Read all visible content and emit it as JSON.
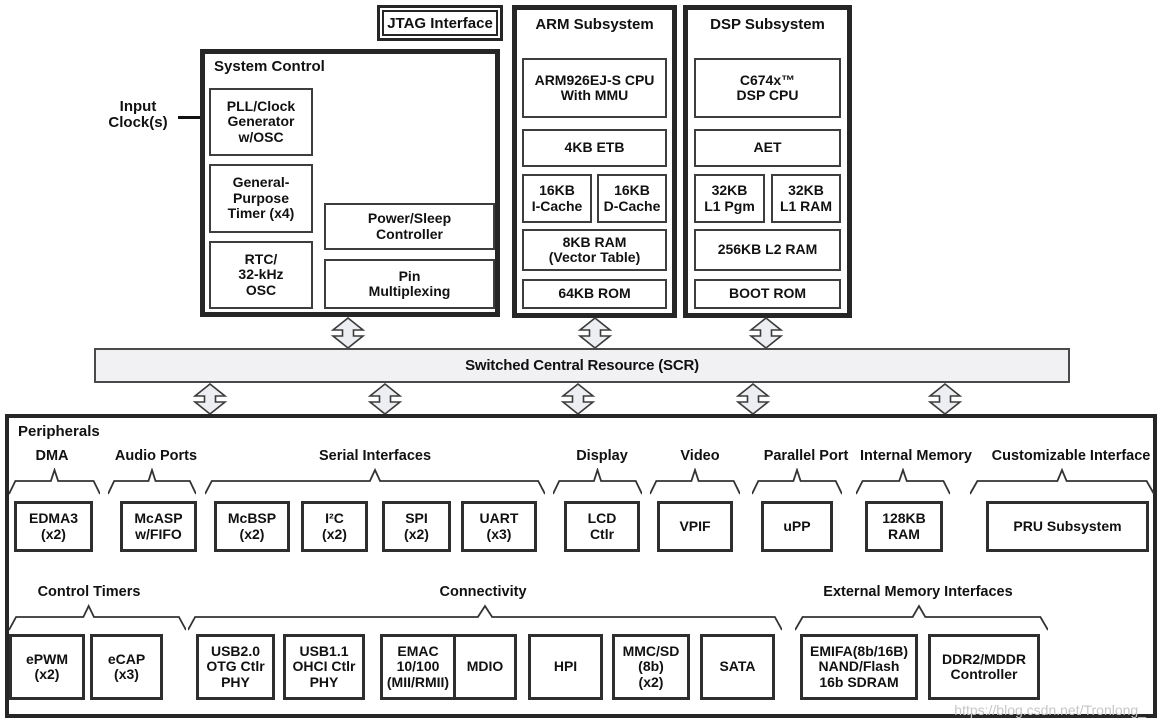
{
  "input_clock": {
    "label": "Input\nClock(s)"
  },
  "jtag": {
    "label": "JTAG Interface"
  },
  "system_control": {
    "title": "System Control",
    "pll": "PLL/Clock\nGenerator\nw/OSC",
    "gp_timer": "General-\nPurpose\nTimer (x4)",
    "rtc": "RTC/\n32-kHz\nOSC",
    "power_sleep": "Power/Sleep\nController",
    "pin_mux": "Pin\nMultiplexing"
  },
  "arm_subsystem": {
    "title": "ARM Subsystem",
    "cpu": "ARM926EJ-S CPU\nWith MMU",
    "etb": "4KB ETB",
    "icache": "16KB\nI-Cache",
    "dcache": "16KB\nD-Cache",
    "ram": "8KB RAM\n(Vector Table)",
    "rom": "64KB ROM"
  },
  "dsp_subsystem": {
    "title": "DSP Subsystem",
    "cpu": "C674x™\nDSP CPU",
    "aet": "AET",
    "l1_pgm": "32KB\nL1 Pgm",
    "l1_ram": "32KB\nL1 RAM",
    "l2_ram": "256KB L2 RAM",
    "boot_rom": "BOOT ROM"
  },
  "scr": {
    "label": "Switched Central Resource (SCR)"
  },
  "peripherals": {
    "title": "Peripherals",
    "row1_groups": [
      {
        "label": "DMA",
        "boxes": [
          "EDMA3\n(x2)"
        ]
      },
      {
        "label": "Audio Ports",
        "boxes": [
          "McASP\nw/FIFO"
        ]
      },
      {
        "label": "Serial Interfaces",
        "boxes": [
          "McBSP\n(x2)",
          "I²C\n(x2)",
          "SPI\n(x2)",
          "UART\n(x3)"
        ]
      },
      {
        "label": "Display",
        "boxes": [
          "LCD\nCtlr"
        ]
      },
      {
        "label": "Video",
        "boxes": [
          "VPIF"
        ]
      },
      {
        "label": "Parallel Port",
        "boxes": [
          "uPP"
        ]
      },
      {
        "label": "Internal Memory",
        "boxes": [
          "128KB\nRAM"
        ]
      },
      {
        "label": "Customizable Interface",
        "boxes": [
          "PRU Subsystem"
        ]
      }
    ],
    "row2_groups": [
      {
        "label": "Control Timers",
        "boxes": [
          "ePWM\n(x2)",
          "eCAP\n(x3)"
        ]
      },
      {
        "label": "Connectivity",
        "boxes": [
          "USB2.0\nOTG Ctlr\nPHY",
          "USB1.1\nOHCI Ctlr\nPHY",
          "EMAC\n10/100\n(MII/RMII)",
          "MDIO",
          "HPI",
          "MMC/SD\n(8b)\n(x2)",
          "SATA"
        ]
      },
      {
        "label": "External Memory Interfaces",
        "boxes": [
          "EMIFA(8b/16B)\nNAND/Flash\n16b SDRAM",
          "DDR2/MDDR\nController"
        ]
      }
    ]
  },
  "watermark": "https://blog.csdn.net/Tronlong_",
  "colors": {
    "border_dark": "#262626",
    "border_mid": "#3d3d3d",
    "arrow_fill": "#eceef2",
    "scr_fill": "#f1f1f4",
    "watermark_gray": "#c6c6c6"
  }
}
